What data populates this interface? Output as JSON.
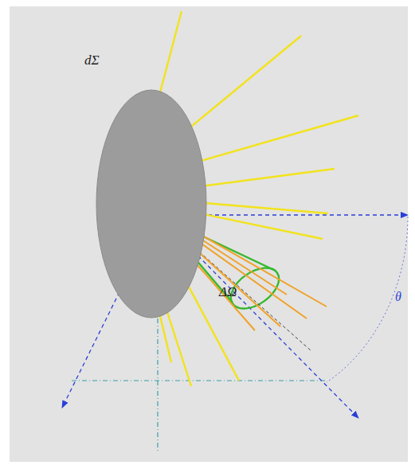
{
  "diagram": {
    "nodes": [
      {
        "text": [
          "dΣ"
        ]
      }
    ],
    "labels": [
      "ΔΩ",
      "θ"
    ]
  }
}
